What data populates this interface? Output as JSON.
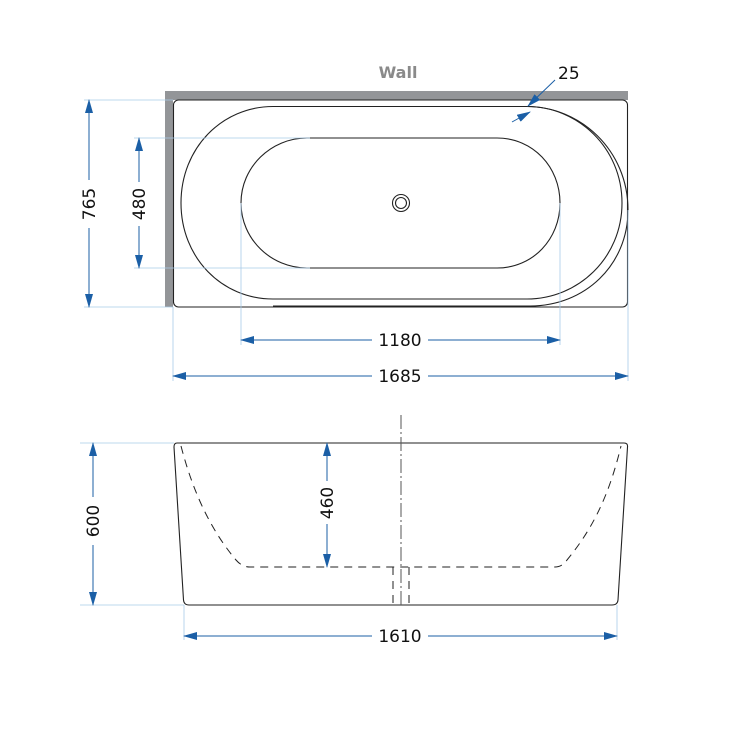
{
  "top_view": {
    "wall_label": "Wall",
    "wall_thickness_label": "25",
    "depth_overall": "765",
    "depth_inner": "480",
    "length_inner": "1180",
    "length_overall": "1685"
  },
  "side_view": {
    "height_overall": "600",
    "inner_depth": "460",
    "base_length": "1610"
  },
  "colors": {
    "dimension": "#1b5fa6",
    "wall": "#939598",
    "extension": "#a9cbe8"
  }
}
